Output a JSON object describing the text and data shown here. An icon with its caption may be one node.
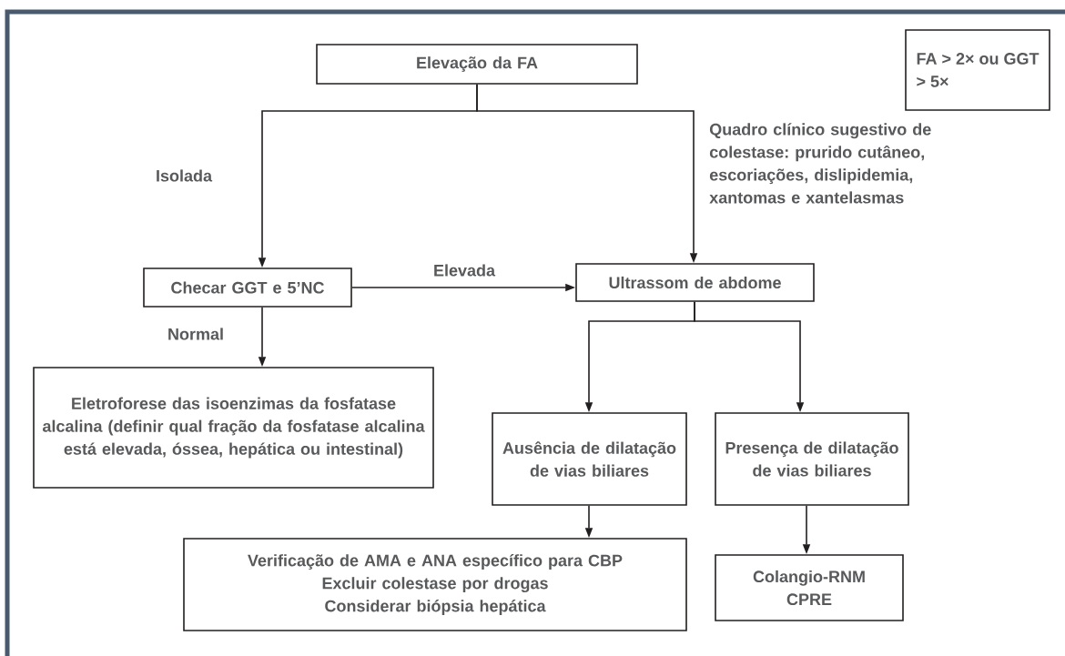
{
  "diagram": {
    "nodes": [
      {
        "text": [
          "Elevação da FA"
        ]
      },
      {
        "text": [
          "FA > 2× ou GGT > 5×"
        ]
      },
      {
        "text": [
          "Checar GGT e 5’NC"
        ]
      },
      {
        "text": [
          "Ultrassom de abdome"
        ]
      },
      {
        "text": [
          "Eletroforese das isoenzimas da fosfatase alcalina (definir qual fração da fosfatase alcalina está elevada, óssea, hepática ou intestinal)"
        ]
      },
      {
        "text": [
          "Ausência de dilatação de vias biliares"
        ]
      },
      {
        "text": [
          "Presença de dilatação de vias biliares"
        ]
      },
      {
        "text": [
          "Verificação de AMA e ANA específico para CBP",
          "Excluir colestase por drogas",
          "Considerar biópsia hepática"
        ]
      },
      {
        "text": [
          "Colangio-RNM",
          "CPRE"
        ]
      }
    ],
    "edges": [
      {
        "from": 0,
        "to": 2,
        "arrow": "to",
        "label": "Isolada"
      },
      {
        "from": 0,
        "to": 3,
        "arrow": "to",
        "label": "Quadro clínico sugestivo de colestase: prurido cutâneo, escoriações, dislipidemia, xantomas e xantelasmas"
      },
      {
        "from": 2,
        "to": 3,
        "arrow": "to",
        "label": "Elevada"
      },
      {
        "from": 2,
        "to": 4,
        "arrow": "to",
        "label": "Normal"
      },
      {
        "from": 3,
        "to": 5,
        "arrow": "to"
      },
      {
        "from": 3,
        "to": 6,
        "arrow": "to"
      },
      {
        "from": 5,
        "to": 7,
        "arrow": "to"
      },
      {
        "from": 6,
        "to": 8,
        "arrow": "to"
      }
    ]
  }
}
